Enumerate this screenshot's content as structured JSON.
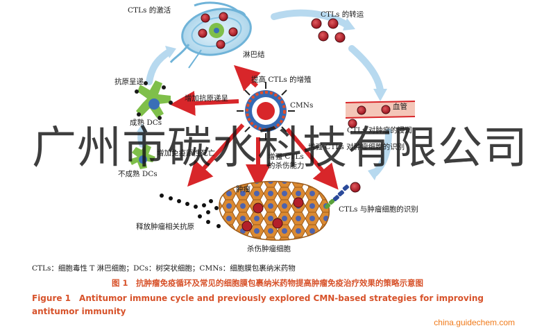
{
  "labels": {
    "ctl_activation": "CTLs 的激活",
    "ctl_transport": "CTLs 的转运",
    "lymph_node": "淋巴结",
    "increase_ctl_proliferation": "提高 CTLs 的增殖",
    "antigen_presentation": "抗原呈递",
    "increase_antigen_presentation": "增加抗原递呈",
    "cmns": "CMNs",
    "mature_dcs": "成熟 DCs",
    "blood_vessel": "血管",
    "ctl_infiltration": "CTLs 对肿瘤的浸润",
    "immunogenic_death": "增加免疫原性死亡",
    "increase_recognition": "增强 CTLs 对肿瘤细胞的识别",
    "enhance_ctl_kill": "增强 CTLs 的杀伤能力",
    "immature_dcs": "不成熟 DCs",
    "tumor": "肿瘤",
    "ctl_tumor_recognition": "CTLs 与肿瘤细胞的识别",
    "release_antigens": "释放肿瘤相关抗原",
    "kill_tumor": "杀伤肿瘤细胞"
  },
  "legend": "CTLs：细胞毒性 T 淋巴细胞；DCs：树突状细胞；CMNs：细胞膜包裹纳米药物",
  "caption_cn": "图 1　抗肿瘤免疫循环及常见的细胞膜包裹纳米药物提高肿瘤免疫治疗效果的策略示意图",
  "caption_en": "Figure 1　Antitumor immune cycle and previously explored CMN-based strategies for improving antitumor immunity",
  "watermark": "广州市碳水科技有限公司",
  "site": "china.guidechem.com",
  "colors": {
    "caption": "#d7522a",
    "arrow_red": "#d8262a",
    "cycle_blue": "#a9d2ec",
    "tumor_orange": "#d98a2e",
    "ctl_red": "#b3202a",
    "lymph_node": "#bde0ef",
    "site_orange": "#f07a1a"
  }
}
